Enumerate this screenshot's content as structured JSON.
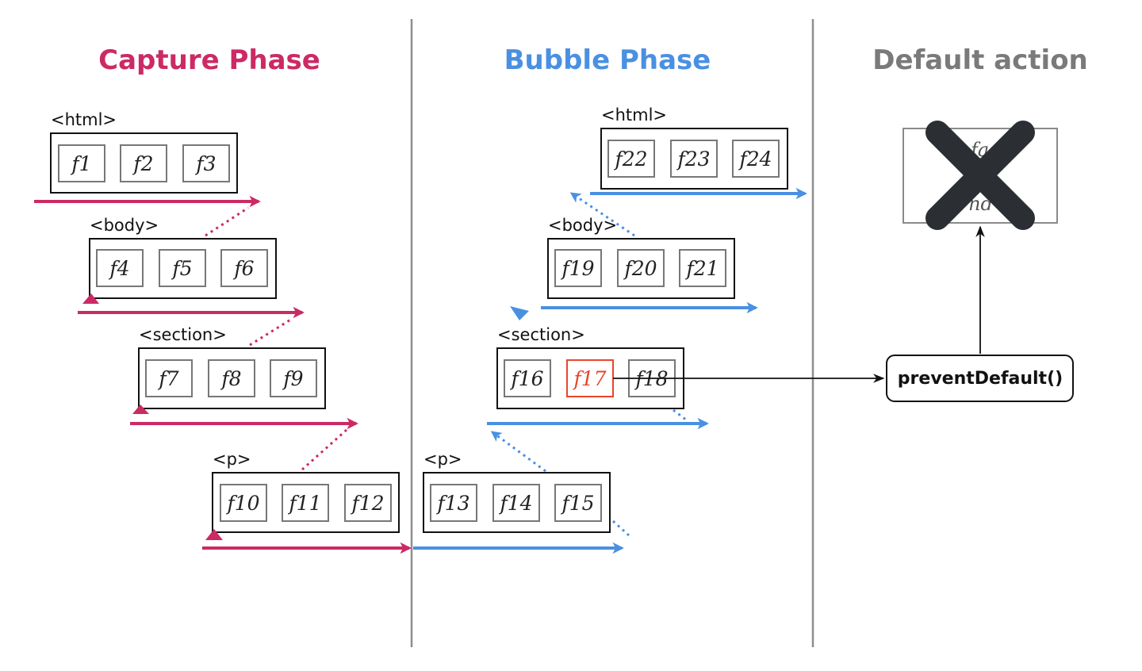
{
  "phases": {
    "capture": {
      "title": "Capture Phase",
      "color": "#cc2a64"
    },
    "bubble": {
      "title": "Bubble Phase",
      "color": "#4a90e2"
    },
    "default": {
      "title": "Default action",
      "color": "#7a7a7a"
    }
  },
  "capture_elements": [
    {
      "tag": "<html>",
      "handlers": [
        "f1",
        "f2",
        "f3"
      ]
    },
    {
      "tag": "<body>",
      "handlers": [
        "f4",
        "f5",
        "f6"
      ]
    },
    {
      "tag": "<section>",
      "handlers": [
        "f7",
        "f8",
        "f9"
      ]
    },
    {
      "tag": "<p>",
      "handlers": [
        "f10",
        "f11",
        "f12"
      ]
    }
  ],
  "bubble_elements": [
    {
      "tag": "<p>",
      "handlers": [
        "f13",
        "f14",
        "f15"
      ]
    },
    {
      "tag": "<section>",
      "handlers": [
        "f16",
        "f17",
        "f18"
      ]
    },
    {
      "tag": "<body>",
      "handlers": [
        "f19",
        "f20",
        "f21"
      ]
    },
    {
      "tag": "<html>",
      "handlers": [
        "f22",
        "f23",
        "f24"
      ]
    }
  ],
  "highlight": {
    "handler": "f17",
    "color": "#e8452c"
  },
  "prevent_default_label": "preventDefault()",
  "default_action": {
    "text_top": "fa",
    "text_bottom": "nd",
    "cross_color": "#2b2f33"
  }
}
